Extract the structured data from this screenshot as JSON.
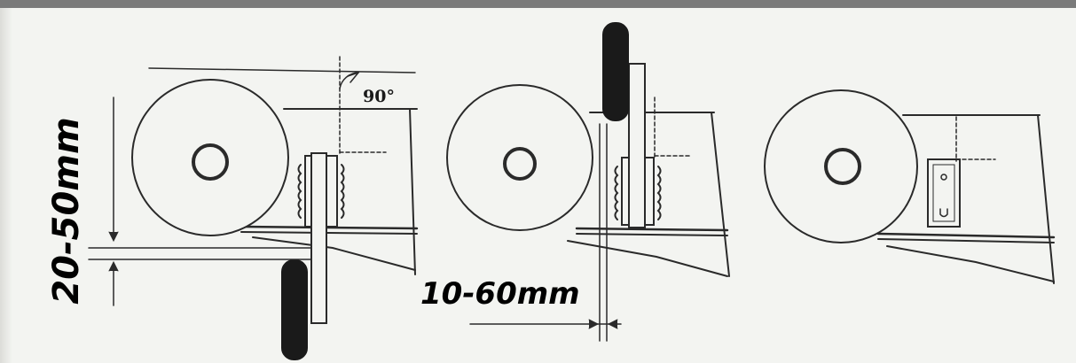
{
  "labels": {
    "angle": "90°",
    "dim_vertical": "20-50mm",
    "dim_horizontal": "10-60mm"
  },
  "colors": {
    "ink": "#2a2a2a",
    "label": "#000000",
    "paper": "#f3f4f1",
    "frame_bar": "#7a7a7a"
  }
}
